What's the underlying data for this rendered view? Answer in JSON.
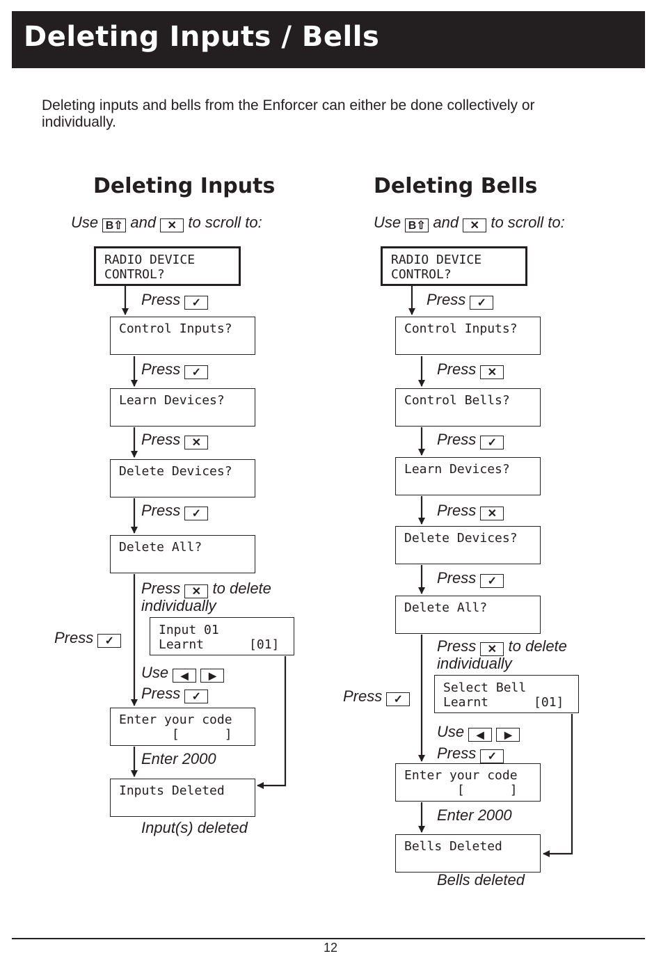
{
  "header": {
    "title": "Deleting Inputs / Bells"
  },
  "intro": "Deleting inputs and bells from the Enforcer can either be done collectively or individually.",
  "keys": {
    "b": "B⇧",
    "x": "✕",
    "tick": "✓",
    "left": "◀",
    "right": "▶"
  },
  "inputs": {
    "title": "Deleting Inputs",
    "use_prefix": "Use",
    "use_and": "and",
    "use_suffix": "to scroll to:",
    "lcd_radio": "RADIO DEVICE\nCONTROL?",
    "press1": "Press",
    "lcd_control_inputs": "Control Inputs?",
    "press2": "Press",
    "lcd_learn": "Learn Devices?",
    "press3": "Press",
    "lcd_delete_devices": "Delete Devices?",
    "press4": "Press",
    "lcd_delete_all": "Delete All?",
    "press_x_line1_a": "Press",
    "press_x_line1_b": "to delete",
    "press_x_line2": "individually",
    "lcd_input01": "Input 01\nLearnt      [01]",
    "press_left": "Press",
    "use_arrows": "Use",
    "press5": "Press",
    "lcd_enter_code": "Enter your code\n       [      ]",
    "enter_2000": "Enter 2000",
    "lcd_deleted": "Inputs Deleted",
    "result": "Input(s) deleted"
  },
  "bells": {
    "title": "Deleting Bells",
    "use_prefix": "Use",
    "use_and": "and",
    "use_suffix": "to scroll to:",
    "lcd_radio": "RADIO DEVICE\nCONTROL?",
    "press1": "Press",
    "lcd_control_inputs": "Control Inputs?",
    "press2": "Press",
    "lcd_control_bells": "Control Bells?",
    "press3": "Press",
    "lcd_learn": "Learn Devices?",
    "press4": "Press",
    "lcd_delete_devices": "Delete Devices?",
    "press5": "Press",
    "lcd_delete_all": "Delete All?",
    "press_x_line1_a": "Press",
    "press_x_line1_b": "to delete",
    "press_x_line2": "individually",
    "lcd_select_bell": "Select Bell\nLearnt      [01]",
    "press_left": "Press",
    "use_arrows": "Use",
    "press6": "Press",
    "lcd_enter_code": "Enter your code\n       [      ]",
    "enter_2000": "Enter 2000",
    "lcd_deleted": "Bells Deleted",
    "result": "Bells deleted"
  },
  "footer": {
    "page_number": "12"
  }
}
